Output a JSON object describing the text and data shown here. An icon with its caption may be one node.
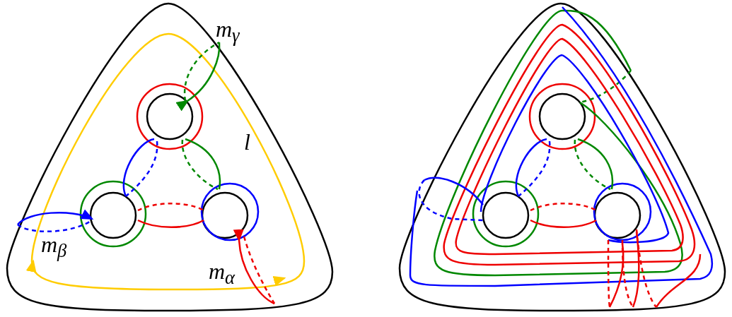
{
  "diagram": {
    "labels": [
      "m$_{γ}$",
      "l",
      "m$_{β}$",
      "m$_{α}$"
    ]
  }
}
